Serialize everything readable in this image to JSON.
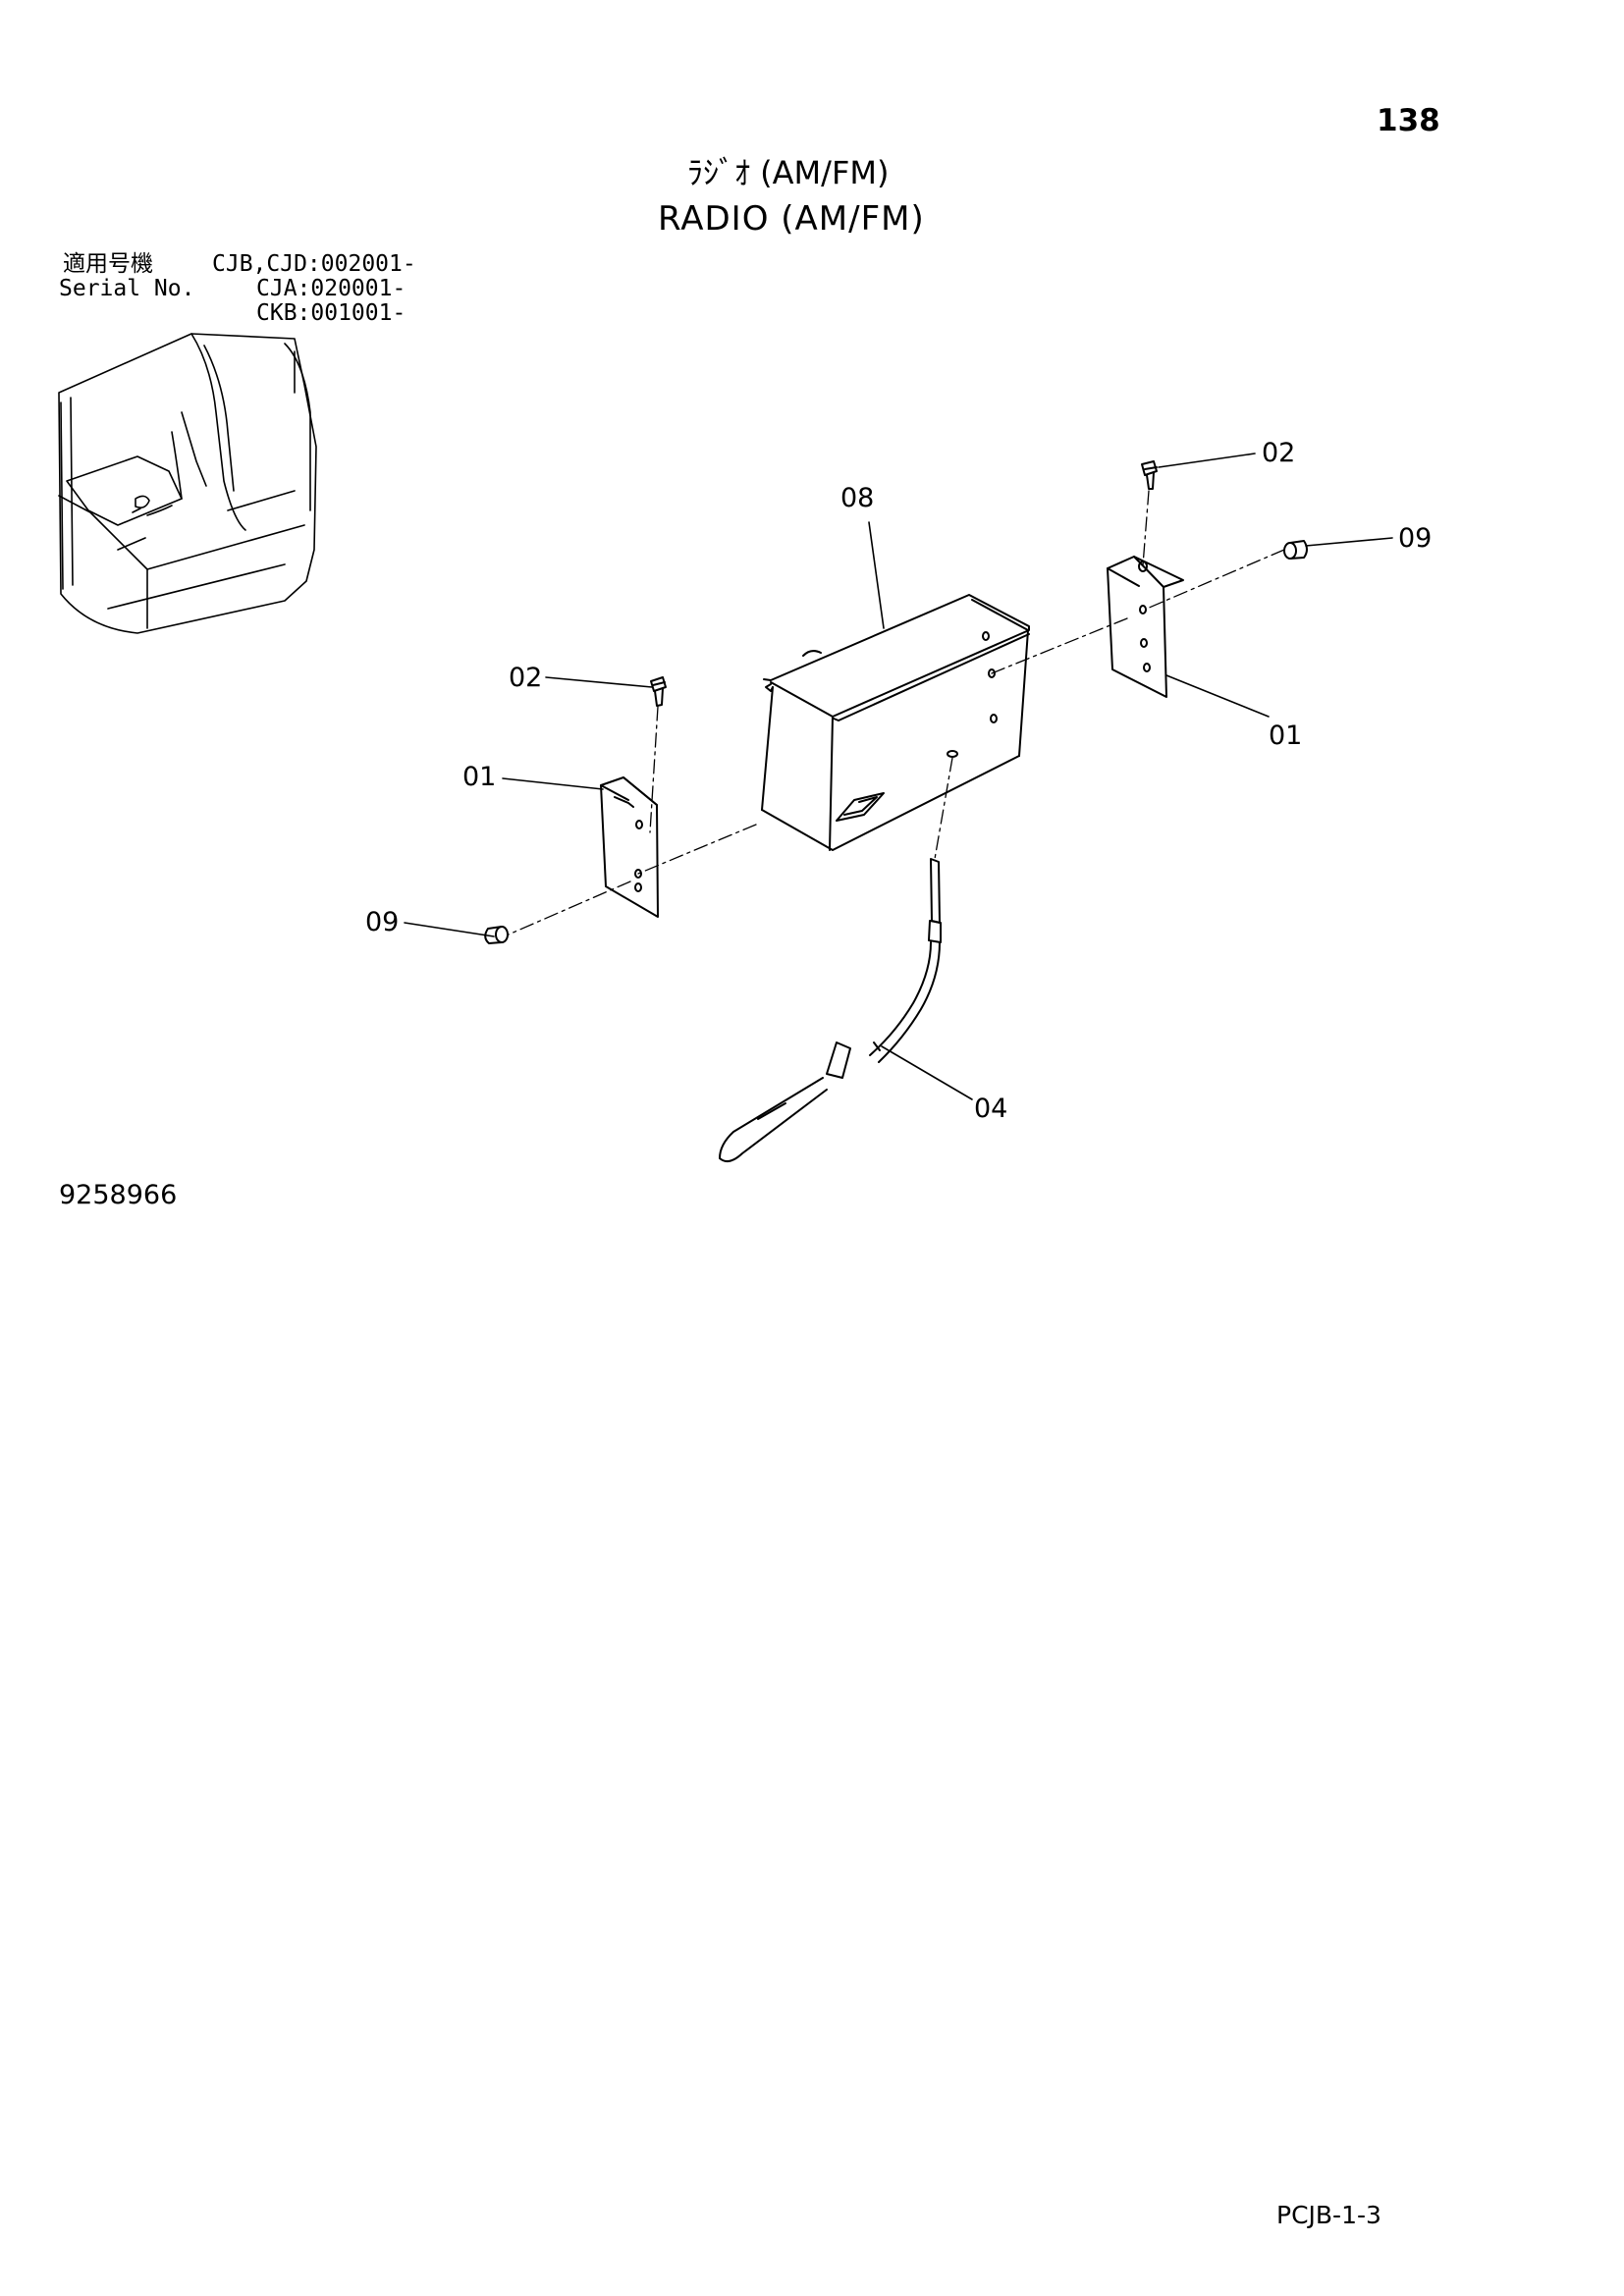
{
  "page_number": "138",
  "title_jp": "ﾗｼﾞｵ (AM/FM)",
  "title_en": "RADIO (AM/FM)",
  "serial": {
    "label_jp": "適用号機",
    "label_en": "Serial No.",
    "values": [
      "CJB,CJD:002001-",
      "CJA:020001-",
      "CKB:001001-"
    ]
  },
  "callouts": {
    "bracket_right": "01",
    "bracket_left": "01",
    "bolt_right": "02",
    "bolt_left": "02",
    "antenna": "04",
    "radio": "08",
    "screw_right": "09",
    "screw_left": "09"
  },
  "drawing_number": "9258966",
  "page_code": "PCJB-1-3"
}
